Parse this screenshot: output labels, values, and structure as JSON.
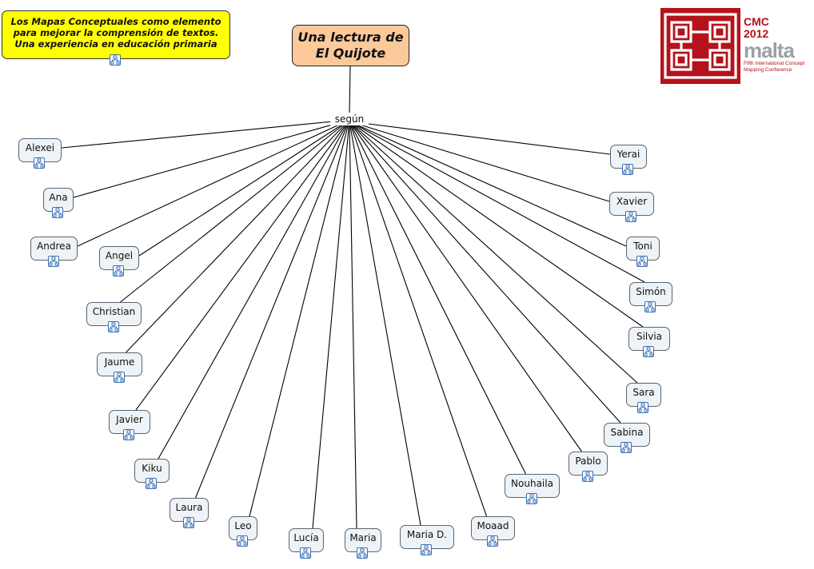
{
  "title_box": "Los Mapas Conceptuales como elemento para mejorar la comprensión de textos. Una experiencia en educación primaria",
  "title_lines": [
    "Los Mapas Conceptuales como elemento",
    "para mejorar la comprensión de textos.",
    "Una experiencia en educación primaria"
  ],
  "main_concept_lines": [
    "Una lectura de",
    "El Quijote"
  ],
  "link_label": "según",
  "logo": {
    "line1": "CMC",
    "line2": "2012",
    "word": "malta",
    "sub1": "Fifth International Concept",
    "sub2": "Mapping Conference"
  },
  "students": [
    "Alexei",
    "Ana",
    "Andrea",
    "Angel",
    "Christian",
    "Jaume",
    "Javier",
    "Kiku",
    "Laura",
    "Leo",
    "Lucía",
    "Maria",
    "Maria D.",
    "Moaad",
    "Nouhaila",
    "Pablo",
    "Sabina",
    "Sara",
    "Silvia",
    "Simón",
    "Toni",
    "Xavier",
    "Yerai"
  ],
  "colors": {
    "main_concept": "#fcc99b",
    "title_box": "#ffff00",
    "concept": "#eef3f7",
    "logo_red": "#b5121b"
  }
}
